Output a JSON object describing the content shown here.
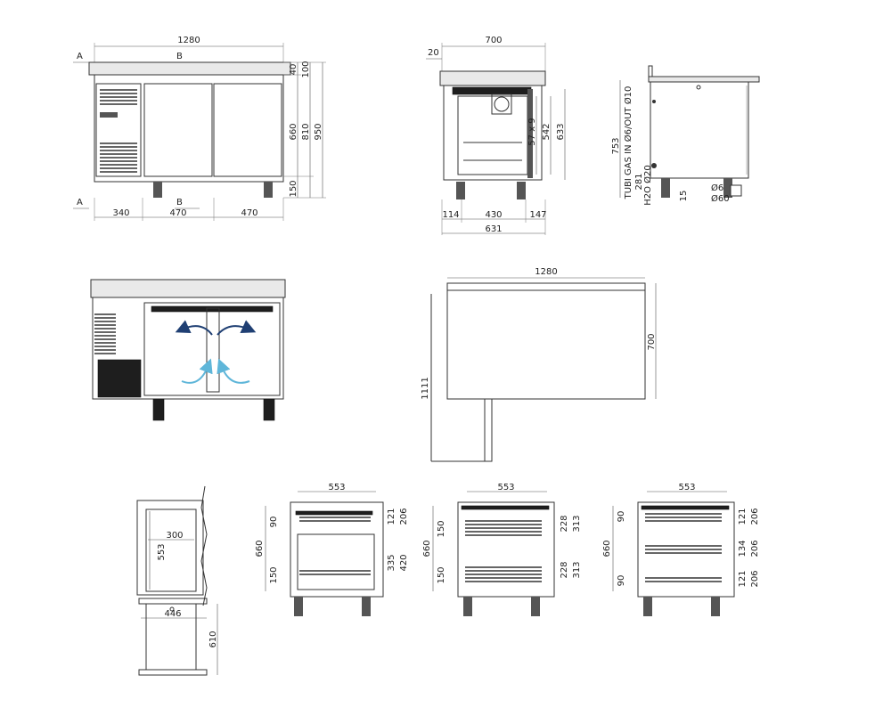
{
  "front_view": {
    "overall_width": "1280",
    "section_a": "A",
    "section_b": "B",
    "top_thickness": "40",
    "top_height": "100",
    "door_height": "660",
    "body_height": "810",
    "total_height": "950",
    "leg_height": "150",
    "compartment_width": "340",
    "door1_width": "470",
    "door2_width": "470"
  },
  "side_view": {
    "depth": "700",
    "overhang": "20",
    "inner_depth": "631",
    "front_offset": "114",
    "inner_width": "430",
    "back_offset": "147",
    "rail_spec": "57 x 9",
    "rail_height": "542",
    "inner_height": "633"
  },
  "back_view": {
    "height": "753",
    "tubi_gas": "TUBI GAS IN Ø6/OUT Ø10",
    "h2o": "H2O Ø20",
    "drain_height": "281",
    "drain_offset": "15",
    "dia_small": "Ø6",
    "dia_large": "Ø60"
  },
  "top_view": {
    "width": "1280",
    "depth": "700",
    "total_depth": "1111"
  },
  "door_view": {
    "inner_width": "300",
    "inner_height": "553",
    "outer_width": "446",
    "open_depth": "610"
  },
  "config_drawers_doors": {
    "width": "553",
    "total": "660",
    "d1": "90",
    "d2": "150",
    "r1": "121",
    "r2": "206",
    "r3": "335",
    "r4": "420"
  },
  "config_two_drawers": {
    "width": "553",
    "total": "660",
    "d1": "150",
    "d2": "150",
    "r1": "228",
    "r2": "313",
    "r3": "228",
    "r4": "313"
  },
  "config_three_drawers": {
    "width": "553",
    "total": "660",
    "d1": "90",
    "d2": "90",
    "r1": "121",
    "r2": "206",
    "r3": "134",
    "r4": "206",
    "r5": "121",
    "r6": "206"
  },
  "colors": {
    "line": "#333333",
    "airflow": "#5fb6d9",
    "airflow_dark": "#1f3f73",
    "dark_fill": "#1e1e1e"
  }
}
